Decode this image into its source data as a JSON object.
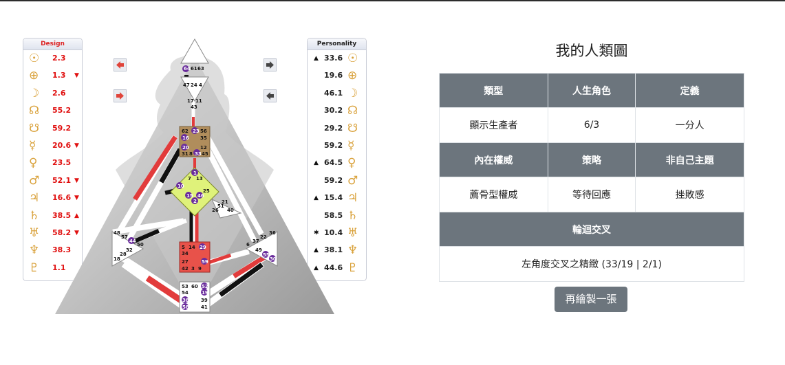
{
  "design_panel": {
    "header": "Design",
    "rows": [
      {
        "glyph": "☉",
        "value": "2.3",
        "mark": ""
      },
      {
        "glyph": "⊕",
        "value": "1.3",
        "mark": "▼"
      },
      {
        "glyph": "☽",
        "value": "2.6",
        "mark": ""
      },
      {
        "glyph": "☊",
        "value": "55.2",
        "mark": ""
      },
      {
        "glyph": "☋",
        "value": "59.2",
        "mark": ""
      },
      {
        "glyph": "☿",
        "value": "20.6",
        "mark": "▼"
      },
      {
        "glyph": "♀",
        "value": "23.5",
        "mark": ""
      },
      {
        "glyph": "♂",
        "value": "52.1",
        "mark": "▼"
      },
      {
        "glyph": "♃",
        "value": "16.6",
        "mark": "▼"
      },
      {
        "glyph": "♄",
        "value": "38.5",
        "mark": "▲"
      },
      {
        "glyph": "♅",
        "value": "58.2",
        "mark": "▼"
      },
      {
        "glyph": "♆",
        "value": "38.3",
        "mark": ""
      },
      {
        "glyph": "♇",
        "value": "1.1",
        "mark": ""
      }
    ]
  },
  "personality_panel": {
    "header": "Personality",
    "rows": [
      {
        "glyph": "☉",
        "value": "33.6",
        "mark": "▲"
      },
      {
        "glyph": "⊕",
        "value": "19.6",
        "mark": ""
      },
      {
        "glyph": "☽",
        "value": "46.1",
        "mark": ""
      },
      {
        "glyph": "☊",
        "value": "30.2",
        "mark": ""
      },
      {
        "glyph": "☋",
        "value": "29.2",
        "mark": ""
      },
      {
        "glyph": "☿",
        "value": "59.2",
        "mark": ""
      },
      {
        "glyph": "♀",
        "value": "64.5",
        "mark": "▲"
      },
      {
        "glyph": "♂",
        "value": "59.2",
        "mark": ""
      },
      {
        "glyph": "♃",
        "value": "15.4",
        "mark": "▲"
      },
      {
        "glyph": "♄",
        "value": "58.5",
        "mark": ""
      },
      {
        "glyph": "♅",
        "value": "10.4",
        "mark": "✱"
      },
      {
        "glyph": "♆",
        "value": "38.1",
        "mark": "▲"
      },
      {
        "glyph": "♇",
        "value": "44.6",
        "mark": "▲"
      }
    ]
  },
  "chart": {
    "gates": {
      "head": [
        "64",
        "61",
        "63"
      ],
      "ajna": [
        "47",
        "24",
        "4"
      ],
      "ajna_bottom": [
        "17",
        "11",
        "43"
      ],
      "throat": [
        "62",
        "23",
        "56",
        "16",
        "35",
        "20",
        "12",
        "31",
        "8",
        "33",
        "45"
      ],
      "g": [
        "1",
        "7",
        "13",
        "10",
        "15",
        "46",
        "2",
        "25"
      ],
      "ego": [
        "21",
        "51",
        "26",
        "40"
      ],
      "spleen": [
        "48",
        "57",
        "44",
        "50",
        "32",
        "28",
        "18"
      ],
      "sacral": [
        "5",
        "14",
        "29",
        "34",
        "27",
        "59",
        "42",
        "3",
        "9"
      ],
      "solar": [
        "36",
        "22",
        "37",
        "6",
        "49",
        "55",
        "30"
      ],
      "root": [
        "53",
        "60",
        "52",
        "54",
        "19",
        "38",
        "39",
        "58",
        "41"
      ]
    },
    "colors": {
      "defined_red": "#e23b3b",
      "defined_black": "#111111",
      "throat_defined": "#b08d5c",
      "g_defined": "#dff27a",
      "sacral_defined": "#e8524a",
      "undefined": "#ffffff",
      "active_gate": "#6a2c9c"
    }
  },
  "main": {
    "title": "我的人類圖",
    "table": {
      "row1_headers": [
        "類型",
        "人生角色",
        "定義"
      ],
      "row1_values": [
        "顯示生產者",
        "6/3",
        "一分人"
      ],
      "row2_headers": [
        "內在權威",
        "策略",
        "非自己主題"
      ],
      "row2_values": [
        "薦骨型權威",
        "等待回應",
        "挫敗感"
      ],
      "row3_header": "輪迴交叉",
      "row3_value": "左角度交叉之精緻 (33/19 | 2/1)"
    },
    "redraw_button": "再繪製一張"
  }
}
